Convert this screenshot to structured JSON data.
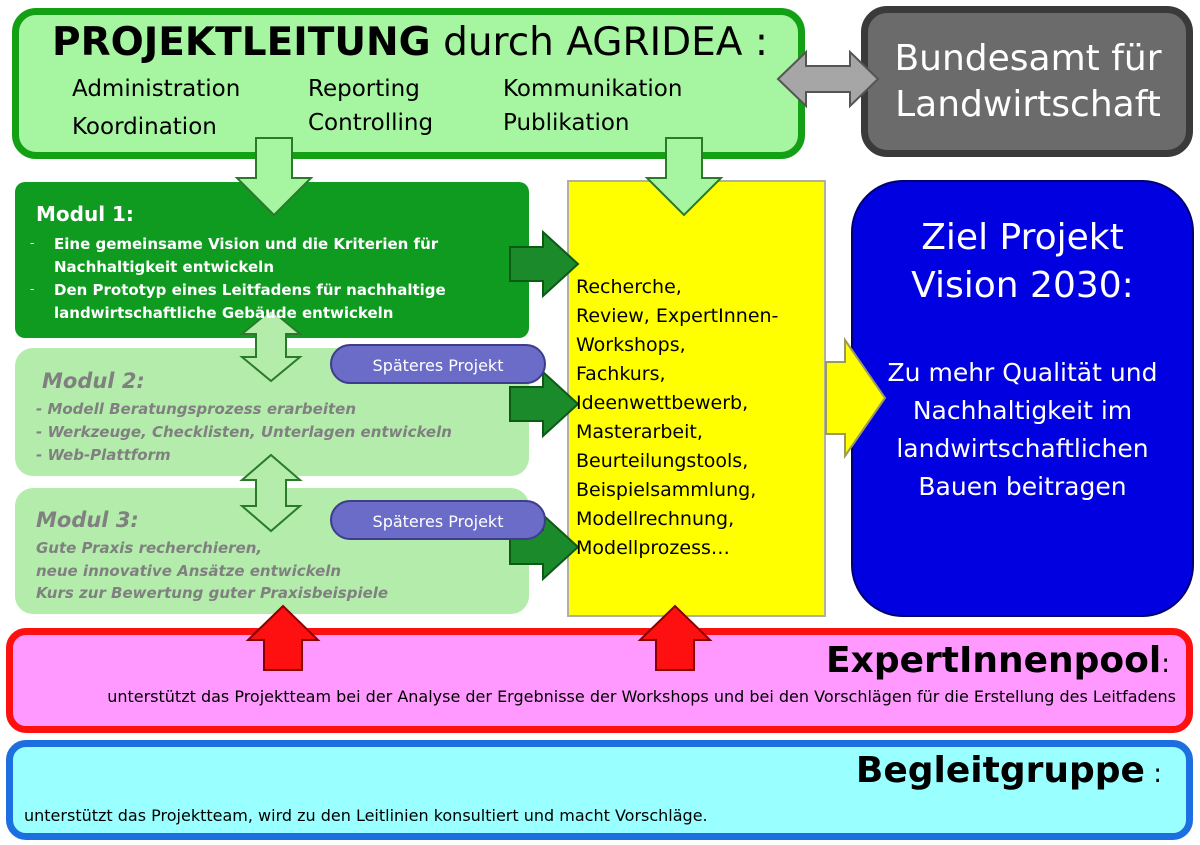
{
  "lead": {
    "title_bold": "PROJEKTLEITUNG",
    "title_rest": " durch AGRIDEA :",
    "items": [
      "Administration",
      "Reporting",
      "Kommunikation",
      "Koordination",
      "Controlling",
      "Publikation"
    ]
  },
  "bundesamt": {
    "line1": "Bundesamt für",
    "line2": "Landwirtschaft"
  },
  "modul1": {
    "title": "Modul 1:",
    "bullets": [
      {
        "dash": "-",
        "line1": " Eine gemeinsame Vision und die Kriterien für",
        "line2": "Nachhaltigkeit entwickeln"
      },
      {
        "dash": "-",
        "line1": "Den Prototyp eines Leitfadens für nachhaltige",
        "line2": "landwirtschaftliche Gebäude entwickeln"
      }
    ]
  },
  "modul2": {
    "title": "Modul 2:",
    "lines": [
      "- Modell Beratungsprozess erarbeiten",
      "- Werkzeuge, Checklisten, Unterlagen entwickeln",
      "- Web-Plattform"
    ]
  },
  "modul3": {
    "title": "Modul 3:",
    "lines": [
      "Gute Praxis recherchieren,",
      "neue innovative Ansätze entwickeln",
      "Kurs zur Bewertung guter Praxisbeispiele"
    ]
  },
  "pills": {
    "p1": "Späteres Projekt",
    "p2": "Späteres Projekt"
  },
  "activities": {
    "lines": [
      "Recherche,",
      "Review, ExpertInnen-",
      "Workshops,",
      "Fachkurs,",
      "Ideenwettbewerb,",
      "Masterarbeit,",
      "Beurteilungstools,",
      "Beispielsammlung,",
      "Modellrechnung,",
      "Modellprozess…"
    ]
  },
  "ziel": {
    "title_line1": "Ziel Projekt",
    "title_line2": "Vision 2030:",
    "body": "Zu mehr Qualität und Nachhaltigkeit im landwirtschaftlichen Bauen beitragen"
  },
  "expertpool": {
    "title": "ExpertInnenpool",
    "colon": ":",
    "desc": "unterstützt das Projektteam bei der Analyse der Ergebnisse der Workshops und bei den Vorschlägen für die Erstellung des Leitfadens"
  },
  "begleitgruppe": {
    "title": "Begleitgruppe",
    "colon": " :",
    "desc": "unterstützt das Projektteam, wird zu den Leitlinien konsultiert und macht Vorschläge."
  },
  "colors": {
    "lead_fill": "#a6f5a0",
    "lead_border": "#13a015",
    "bund_fill": "#6b6b6b",
    "modul1_fill": "#0f9a20",
    "modul_light_fill": "#b4ecac",
    "yellow": "#ffff00",
    "ziel_fill": "#0000e0",
    "expert_fill": "#ff99ff",
    "expert_border": "#ff1010",
    "begleit_fill": "#99ffff",
    "begleit_border": "#1b6fe0",
    "pill_fill": "#6b6bc8"
  }
}
